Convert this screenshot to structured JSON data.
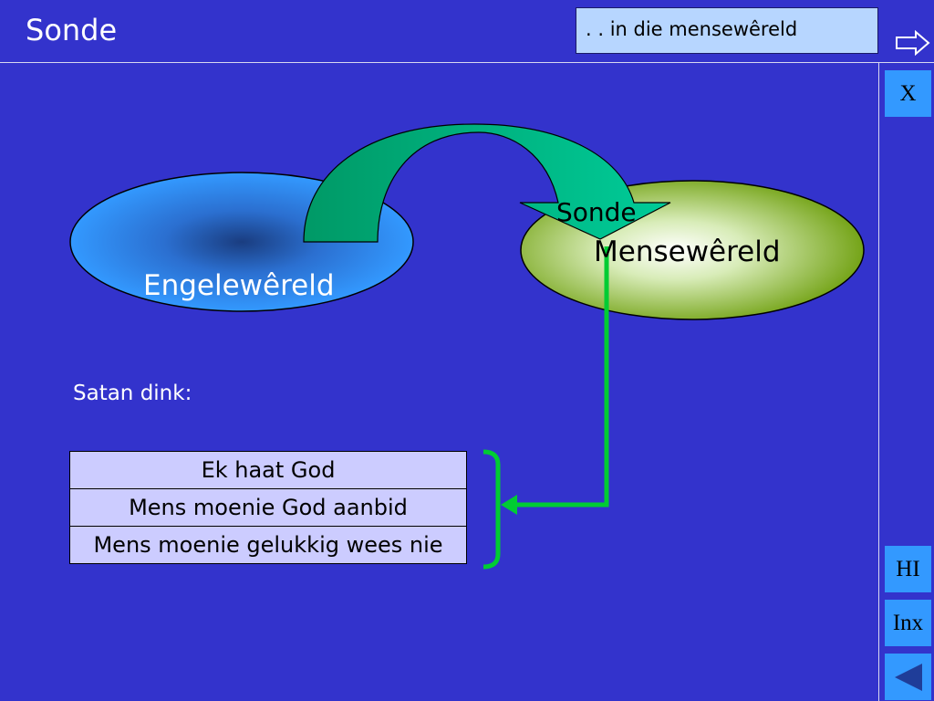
{
  "header": {
    "title": "Sonde",
    "subtitle": ". . in die mensewêreld"
  },
  "nav": {
    "next_icon": "right-arrow-icon",
    "close_label": "X",
    "hi_label": "HI",
    "index_label": "Inx",
    "back_icon": "left-triangle-icon",
    "button_color": "#3399ff"
  },
  "diagram": {
    "angel_world_label": "Engelewêreld",
    "human_world_label": "Mensewêreld",
    "sin_arrow_label": "Sonde",
    "colors": {
      "angel_world_fill": "#3399ff",
      "human_world_fill": "#669900",
      "arrow_start": "#009966",
      "arrow_end": "#00cc99",
      "connector": "#00cc33"
    }
  },
  "main": {
    "satan_label": "Satan dink:",
    "reasons": [
      "Ek haat God",
      "Mens moenie God aanbid",
      "Mens moenie gelukkig wees nie"
    ]
  }
}
